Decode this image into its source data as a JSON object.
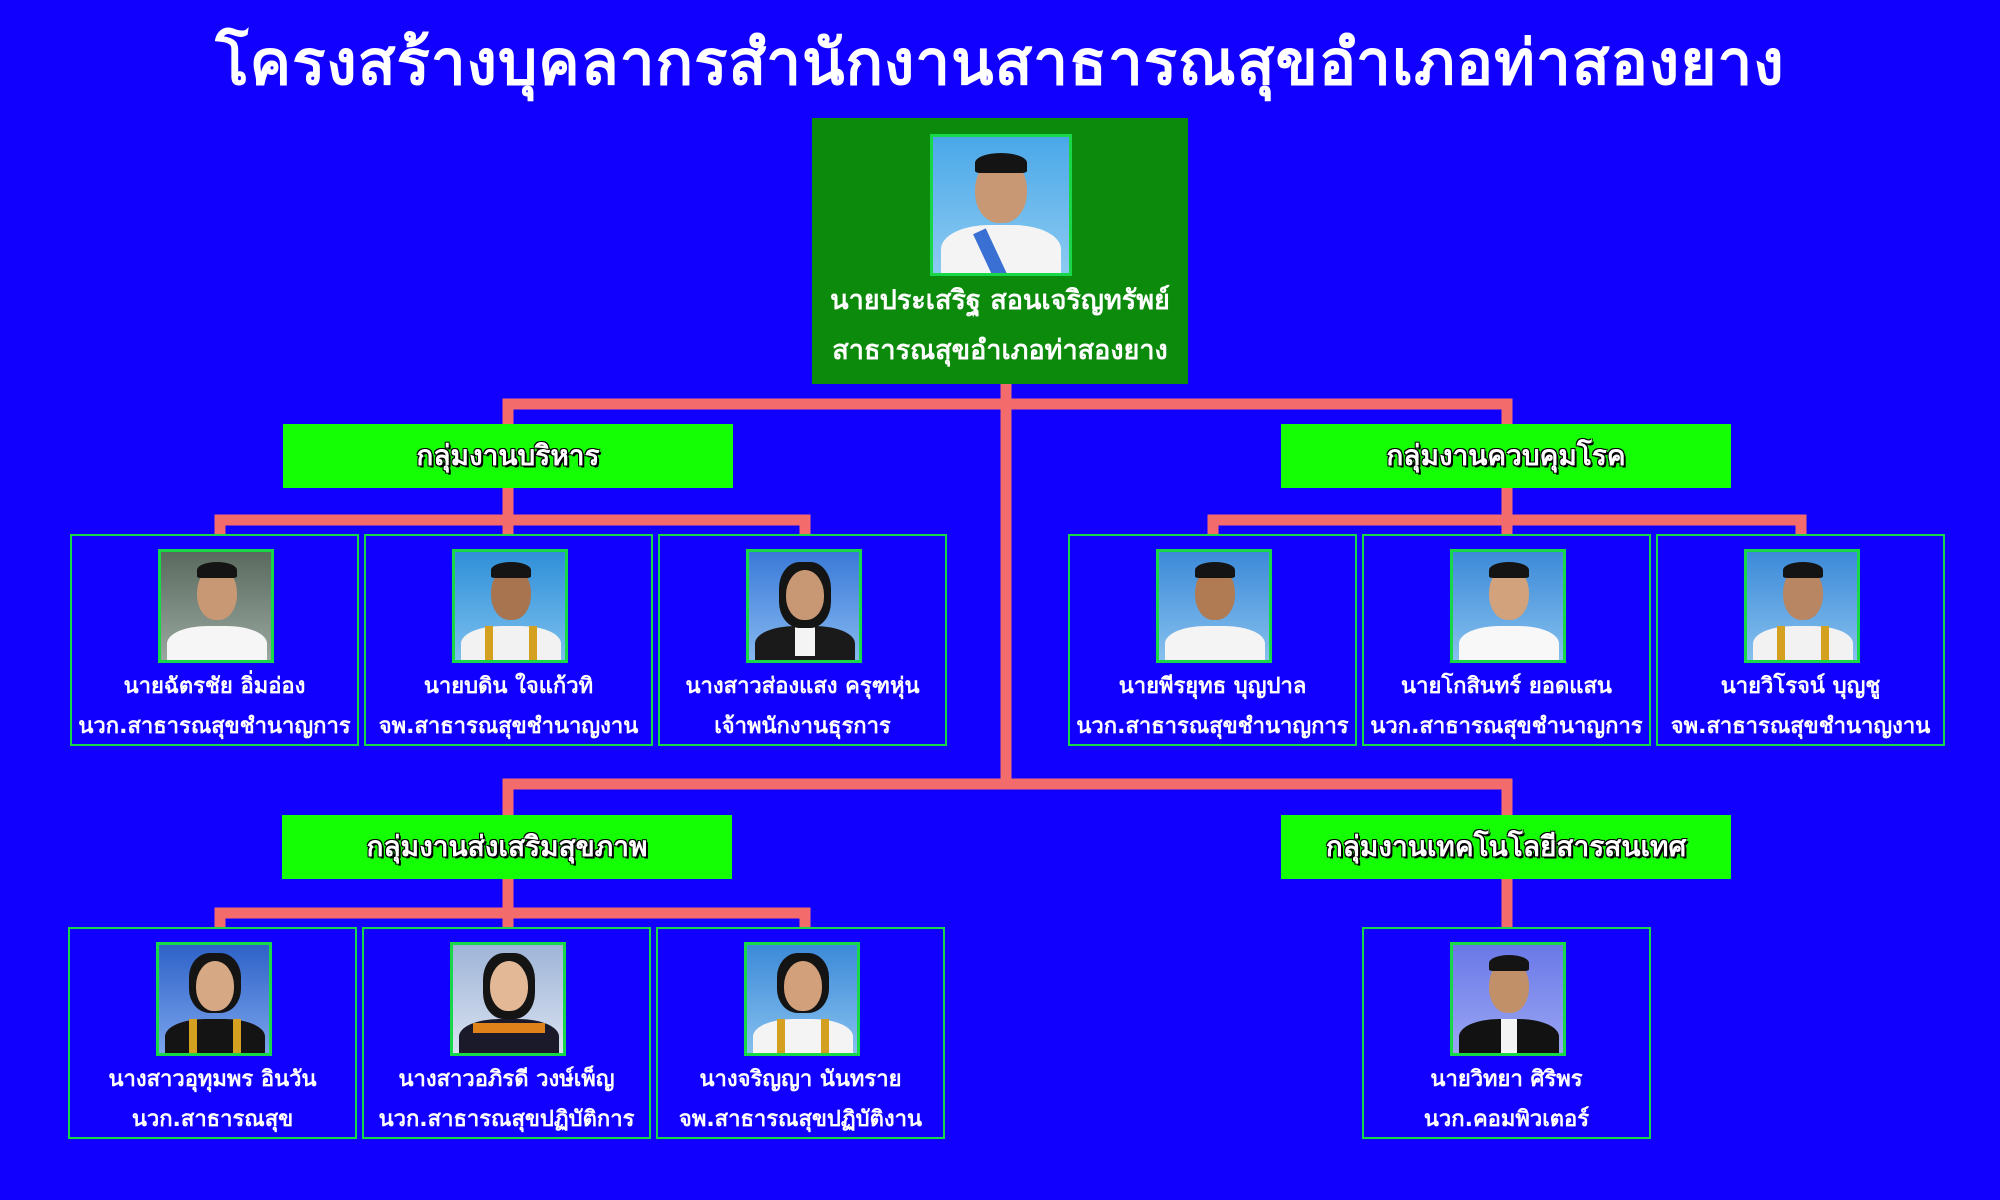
{
  "title": "โครงสร้างบุคลากรสำนักงานสาธารณสุขอำเภอท่าสองยาง",
  "colors": {
    "background": "#1200ff",
    "head_box": "#0c8a0c",
    "group_box": "#14ff04",
    "connector": "#f46b6b",
    "card_border": "#18d84a"
  },
  "head": {
    "name": "นายประเสริฐ สอนเจริญทรัพย์",
    "position": "สาธารณสุขอำเภอท่าสองยาง",
    "photo": "person-uniform-photo-icon"
  },
  "groups": [
    {
      "title": "กลุ่มงานบริหาร",
      "members": [
        {
          "name": "นายฉัตรชัย อิ่มอ่อง",
          "position": "นวก.สาธารณสุขชำนาญการ",
          "photo": "person-white-uniform-photo-icon"
        },
        {
          "name": "นายบดิน ใจแก้วทิ",
          "position": "จพ.สาธารณสุขชำนาญงาน",
          "photo": "person-white-uniform-photo-icon"
        },
        {
          "name": "นางสาวส่องแสง ครุฑหุ่น",
          "position": "เจ้าพนักงานธุรการ",
          "photo": "person-dark-suit-photo-icon"
        }
      ]
    },
    {
      "title": "กลุ่มงานควบคุมโรค",
      "members": [
        {
          "name": "นายพีรยุทธ บุญปาล",
          "position": "นวก.สาธารณสุขชำนาญการ",
          "photo": "person-white-uniform-photo-icon"
        },
        {
          "name": "นายโกสินทร์ ยอดแสน",
          "position": "นวก.สาธารณสุขชำนาญการ",
          "photo": "person-white-uniform-photo-icon"
        },
        {
          "name": "นายวิโรจน์ บุญชู",
          "position": "จพ.สาธารณสุขชำนาญงาน",
          "photo": "person-white-uniform-photo-icon"
        }
      ]
    },
    {
      "title": "กลุ่มงานส่งเสริมสุขภาพ",
      "members": [
        {
          "name": "นางสาวอุทุมพร อินวัน",
          "position": "นวก.สาธารณสุข",
          "photo": "person-graduation-gown-photo-icon"
        },
        {
          "name": "นางสาวอภิรดี วงษ์เพ็ญ",
          "position": "นวก.สาธารณสุขปฏิบัติการ",
          "photo": "person-graduation-gown-photo-icon"
        },
        {
          "name": "นางจริญญา นันทราย",
          "position": "จพ.สาธารณสุขปฏิบัติงาน",
          "photo": "person-white-uniform-photo-icon"
        }
      ]
    },
    {
      "title": "กลุ่มงานเทคโนโลยีสารสนเทศ",
      "members": [
        {
          "name": "นายวิทยา ศิริพร",
          "position": "นวก.คอมพิวเตอร์",
          "photo": "person-graduation-gown-photo-icon"
        }
      ]
    }
  ]
}
